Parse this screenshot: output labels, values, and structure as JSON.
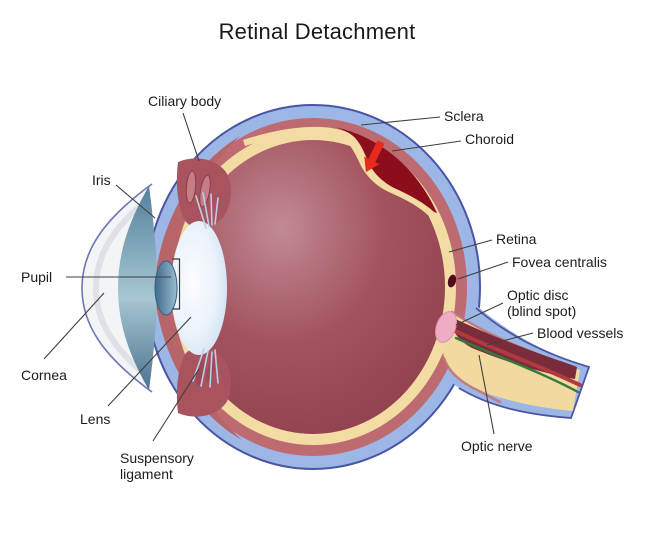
{
  "title": "Retinal Detachment",
  "labels": {
    "ciliary_body": "Ciliary body",
    "iris": "Iris",
    "pupil": "Pupil",
    "cornea": "Cornea",
    "lens": "Lens",
    "suspensory_line1": "Suspensory",
    "suspensory_line2": "ligament",
    "sclera": "Sclera",
    "choroid": "Choroid",
    "retina": "Retina",
    "fovea": "Fovea centralis",
    "optic_disc_line1": "Optic disc",
    "optic_disc_line2": "(blind spot)",
    "blood_vessels": "Blood vessels",
    "optic_nerve": "Optic nerve"
  },
  "colors": {
    "sclera_blue": "#9cb6e6",
    "outline_blue": "#4a55a4",
    "choroid_red": "#bd6b70",
    "retina_cream": "#f2dca4",
    "vitreous_dark": "#8c3b49",
    "detachment_dark_red": "#8c0e1d",
    "arrow_red": "#e52a1e",
    "iris_teal": "#55809b",
    "lens_blue": "#dce9f7",
    "optic_disc_pink": "#eeadc5",
    "vessel_red": "#b13a41",
    "vessel_green": "#337a3d",
    "leader_line": "#3f3f3f"
  }
}
